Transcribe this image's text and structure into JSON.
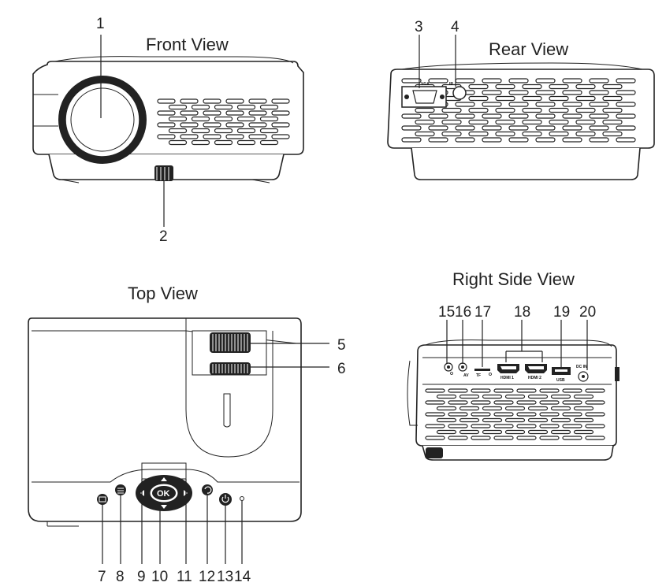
{
  "views": {
    "front": {
      "title": "Front View"
    },
    "rear": {
      "title": "Rear View"
    },
    "top": {
      "title": "Top View"
    },
    "right": {
      "title": "Right Side View"
    }
  },
  "callouts": [
    "1",
    "2",
    "3",
    "4",
    "5",
    "6",
    "7",
    "8",
    "9",
    "10",
    "11",
    "12",
    "13",
    "14",
    "15",
    "16",
    "17",
    "18",
    "19",
    "20"
  ],
  "port_labels": {
    "vga": "VGA",
    "ir": "IR",
    "av": "AV",
    "tf": "TF",
    "hdmi1": "HDMI 1",
    "hdmi2": "HDMI 2",
    "usb": "USB",
    "dcin": "DC IN"
  },
  "buttons": {
    "ok": "OK"
  }
}
